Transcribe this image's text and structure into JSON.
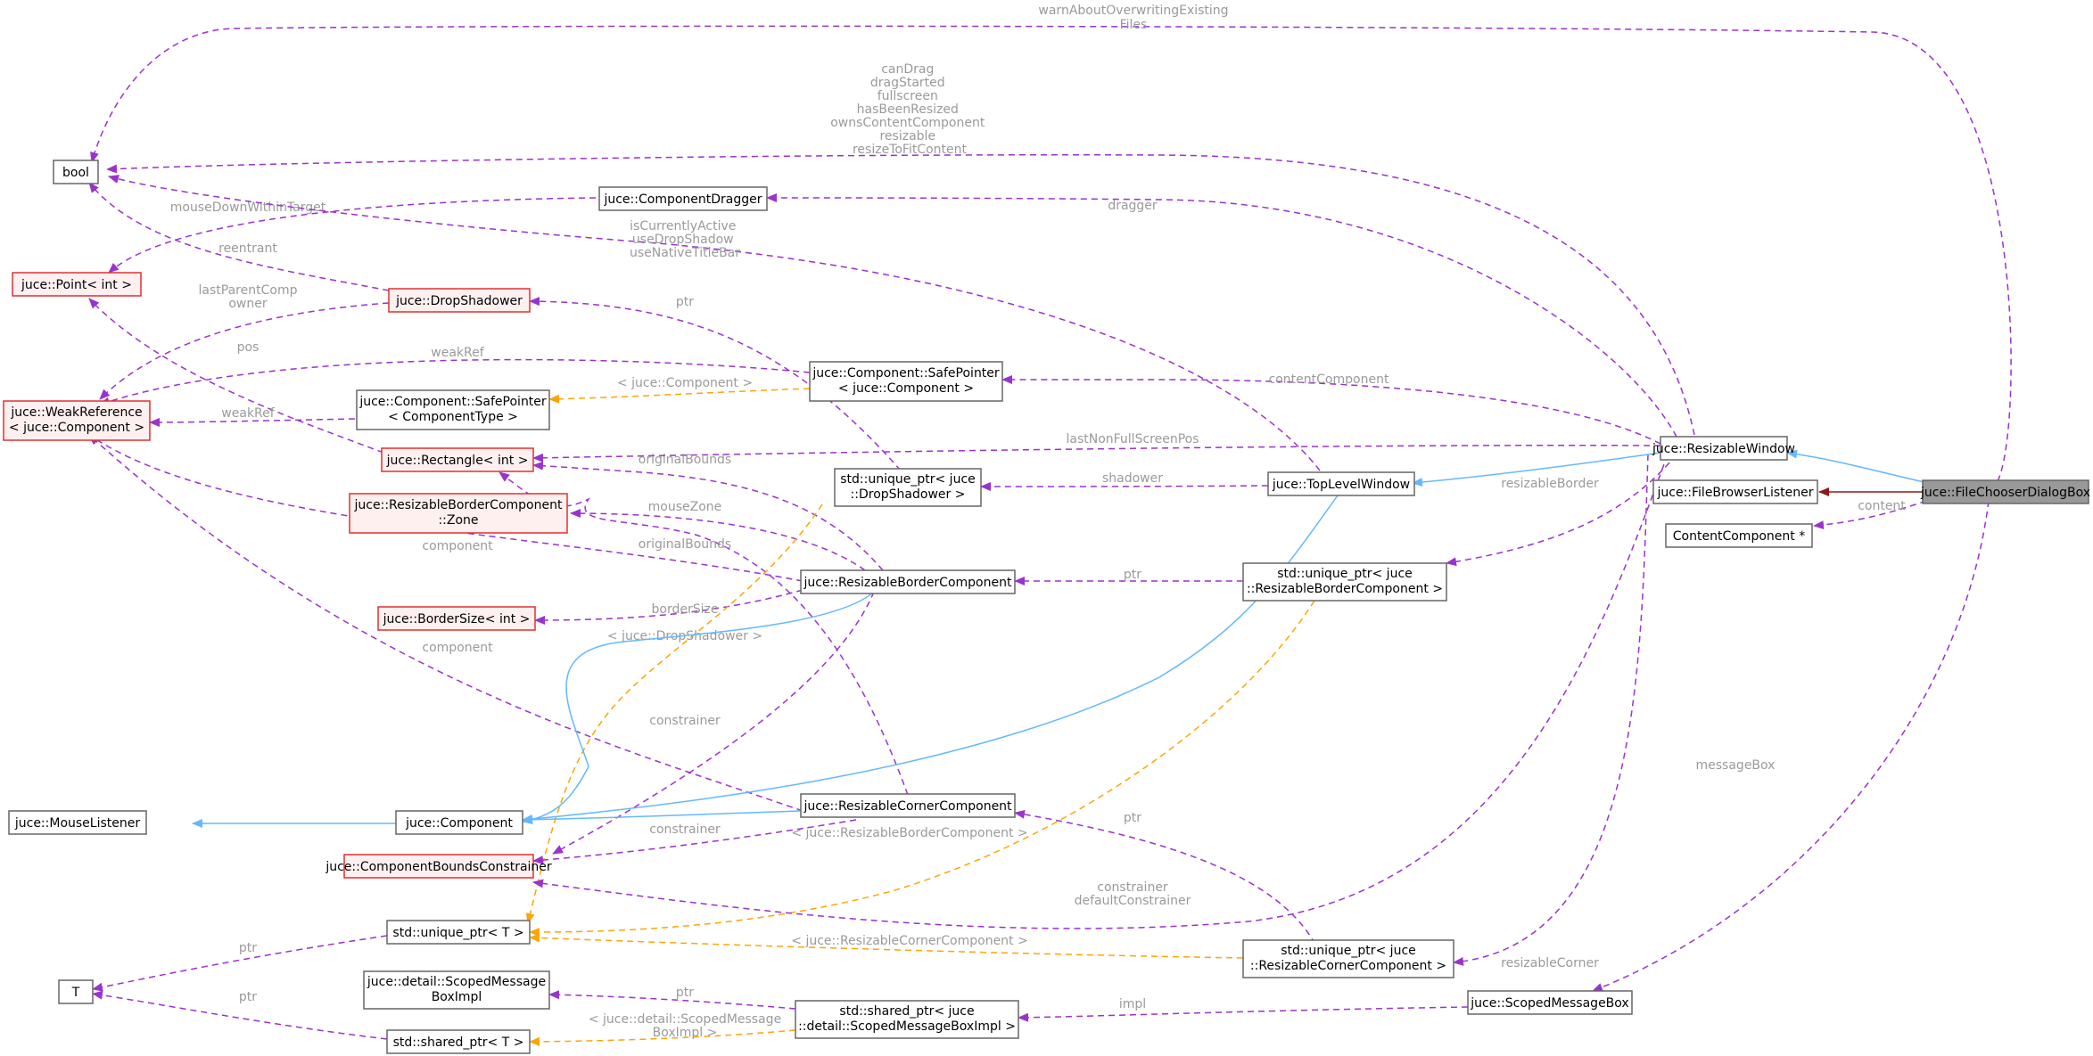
{
  "nodes": {
    "bool": "bool",
    "point": "juce::Point< int >",
    "weakref": [
      "juce::WeakReference",
      "< juce::Component >"
    ],
    "compdragger": "juce::ComponentDragger",
    "dropshadower": "juce::DropShadower",
    "safeptr_ct": [
      "juce::Component::SafePointer",
      "< ComponentType >"
    ],
    "safeptr_c": [
      "juce::Component::SafePointer",
      "< juce::Component >"
    ],
    "rect": "juce::Rectangle< int >",
    "zone": [
      "juce::ResizableBorderComponent",
      "::Zone"
    ],
    "uptr_ds": [
      "std::unique_ptr< juce",
      "::DropShadower >"
    ],
    "bordersize": "juce::BorderSize< int >",
    "rbc": "juce::ResizableBorderComponent",
    "tlw": "juce::TopLevelWindow",
    "uptr_rbc": [
      "std::unique_ptr< juce",
      "::ResizableBorderComponent >"
    ],
    "rw": "juce::ResizableWindow",
    "fbl": "juce::FileBrowserListener",
    "cc": "ContentComponent *",
    "fcdb": "juce::FileChooserDialogBox",
    "mouselistener": "juce::MouseListener",
    "component": "juce::Component",
    "rcc": "juce::ResizableCornerComponent",
    "cbc": "juce::ComponentBoundsConstrainer",
    "uptr_t": "std::unique_ptr< T >",
    "T": "T",
    "smbi": [
      "juce::detail::ScopedMessage",
      "BoxImpl"
    ],
    "sptr_t": "std::shared_ptr< T >",
    "sptr_smbi": [
      "std::shared_ptr< juce",
      "::detail::ScopedMessageBoxImpl >"
    ],
    "uptr_rcc": [
      "std::unique_ptr< juce",
      "::ResizableCornerComponent >"
    ],
    "smb": "juce::ScopedMessageBox"
  },
  "edge_labels": {
    "warn": [
      "warnAboutOverwritingExisting",
      "Files"
    ],
    "rwbools": [
      "canDrag",
      "dragStarted",
      "fullscreen",
      "hasBeenResized",
      "ownsContentComponent",
      "resizable",
      "resizeToFitContent"
    ],
    "mouseDownWithinTarget": "mouseDownWithinTarget",
    "reentrant": "reentrant",
    "tlwbools": [
      "isCurrentlyActive",
      "useDropShadow",
      "useNativeTitleBar"
    ],
    "dragger": "dragger",
    "lastParentComp": [
      "lastParentComp",
      "owner"
    ],
    "ptr_ds": "ptr",
    "pos": "pos",
    "weakRef1": "weakRef",
    "weakRef2": "weakRef",
    "tmpl_comp": "< juce::Component >",
    "contentComponent": "contentComponent",
    "lastNonFullScreenPos": "lastNonFullScreenPos",
    "originalBounds1": "originalBounds",
    "shadower": "shadower",
    "resizableBorder": "resizableBorder",
    "content": "content",
    "mouseZone": "mouseZone",
    "originalBounds2": "originalBounds",
    "component1": "component",
    "ptr_rbc": "ptr",
    "borderSize": "borderSize",
    "tmpl_ds": "< juce::DropShadower >",
    "component2": "component",
    "constrainer1": "constrainer",
    "messageBox": "messageBox",
    "constrainer2": "constrainer",
    "tmpl_rbc": "< juce::ResizableBorderComponent >",
    "ptr_rcc": "ptr",
    "rwconstr": [
      "constrainer",
      "defaultConstrainer"
    ],
    "resizableCorner": "resizableCorner",
    "ptr_t1": "ptr",
    "tmpl_rcc": "< juce::ResizableCornerComponent >",
    "ptr_smbi": "ptr",
    "impl": "impl",
    "ptr_t2": "ptr",
    "tmpl_smbi": [
      "< juce::detail::ScopedMessage",
      "BoxImpl >"
    ]
  },
  "colors": {
    "uses_edge": "#9a32cd",
    "template_edge": "#ffa500",
    "inherit_edge": "#63b8ff",
    "private_inherit_edge": "#8b1a1a",
    "missing_class_border": "#e03030",
    "focus_node_fill": "#999999"
  }
}
